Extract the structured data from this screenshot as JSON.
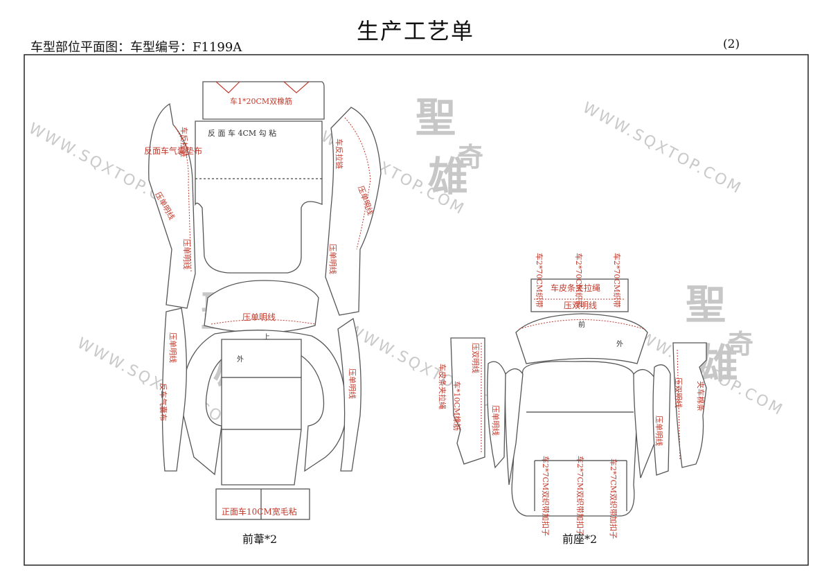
{
  "header": {
    "title": "生产工艺单",
    "subtitle": "车型部位平面图：车型编号：F1199A",
    "page_no": "(2)"
  },
  "watermark": {
    "url": "WWW.SQXTOP.COM",
    "logo_top": "聖",
    "logo_mid": "奇",
    "logo_bottom": "雄"
  },
  "front_back": {
    "caption": "前葦*2",
    "labels": {
      "headrest": "车1*20CM双橡筋",
      "reverse_hook": "反  面  车  4CM  勾  粘",
      "left_zip": "车反拉链",
      "right_zip": "车反拉链",
      "airbag_cloth": "反面车气囊垫布",
      "left_single_1": "压单明线",
      "left_single_2": "压单明线",
      "right_single_1": "压单明线",
      "right_single_2": "压单明线",
      "mid_single": "压单明线",
      "lower_left_single": "压单明线",
      "lower_right_single": "压单明线",
      "lower_airbag": "反车气囊布",
      "up": "上",
      "outside": "外",
      "bottom_velcro": "正面车10CM宽毛粘"
    }
  },
  "front_seat": {
    "caption": "前座*2",
    "labels": {
      "webbing_1": "车2*70CM织带",
      "webbing_2": "车2*70CM织带",
      "webbing_3": "车2*70CM织带",
      "leather_strip": "车皮条夹拉绳",
      "double_top": "压双明线",
      "front": "前",
      "outside": "外",
      "left_double": "压双明线",
      "left_strip": "车皮条夹拉绳",
      "elastic": "车*10CM橡筋",
      "left_single": "压单明线",
      "right_double": "压双明线",
      "right_single": "压单明线",
      "clip_strip": "夹车棉条",
      "button_1": "车2*7CM双织带加扣子",
      "button_2": "车2*7CM双织带加扣子",
      "button_3": "车2*7CM双织带加扣子"
    }
  }
}
